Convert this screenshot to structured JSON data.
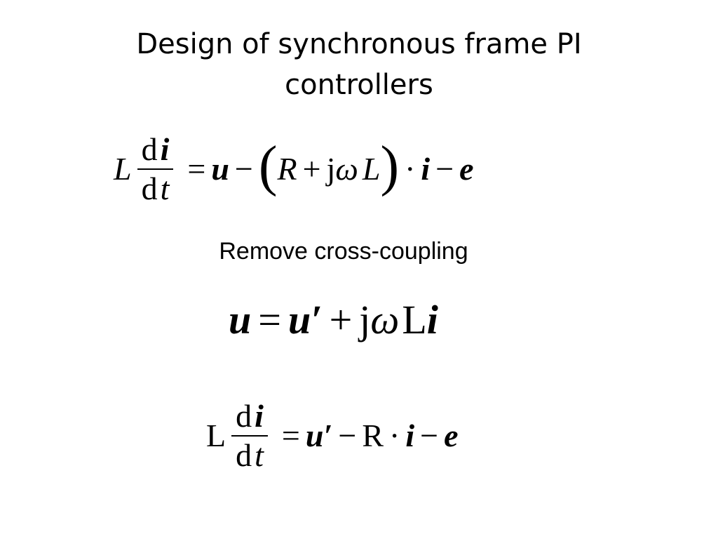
{
  "slide": {
    "title_line1": "Design of synchronous frame PI",
    "title_line2": "controllers",
    "subtitle": "Remove cross-coupling"
  },
  "equation1": {
    "L": "L",
    "num_d": "d",
    "num_var": "i",
    "den_d": "d",
    "den_var": "t",
    "equals": "=",
    "u": "u",
    "minus1": "−",
    "lparen": "(",
    "R": "R",
    "plus": "+",
    "j": "j",
    "omega": "ω",
    "L2": "L",
    "rparen": ")",
    "dot": "·",
    "i": "i",
    "minus2": "−",
    "e": "e"
  },
  "equation2": {
    "u": "u",
    "equals": "=",
    "u_prime": "u′",
    "plus": "+",
    "j": "j",
    "omega": "ω",
    "L": "L",
    "i": "i"
  },
  "equation3": {
    "L": "L",
    "num_d": "d",
    "num_var": "i",
    "den_d": "d",
    "den_var": "t",
    "equals": "=",
    "u_prime": "u′",
    "minus1": "−",
    "R": "R",
    "dot": "·",
    "i": "i",
    "minus2": "−",
    "e": "e"
  }
}
